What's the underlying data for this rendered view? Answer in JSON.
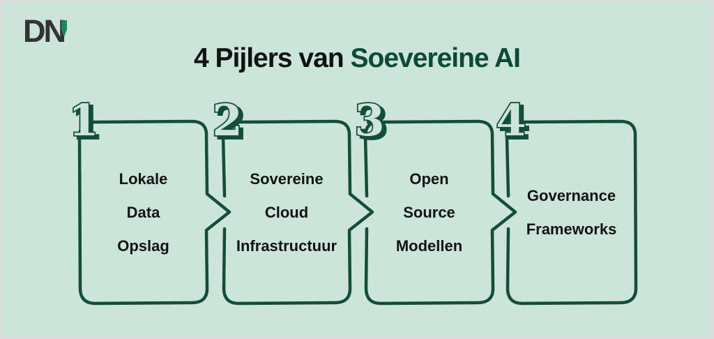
{
  "colors": {
    "bg": "#cde4da",
    "ink": "#134e3a",
    "title_green": "#0b4a38",
    "text": "#101311",
    "logo_gray": "#333333",
    "logo_green": "#1d8665",
    "frame": "#d9dcda"
  },
  "logo": {
    "text": "DN"
  },
  "title": {
    "prefix": "4 Pijlers van ",
    "highlight": "Soevereine AI"
  },
  "pillars": [
    {
      "number": "1",
      "lines": [
        "Lokale",
        "Data",
        "Opslag"
      ]
    },
    {
      "number": "2",
      "lines": [
        "Sovereine",
        "Cloud",
        "Infrastructuur"
      ]
    },
    {
      "number": "3",
      "lines": [
        "Open",
        "Source",
        "Modellen"
      ]
    },
    {
      "number": "4",
      "lines": [
        "Governance",
        "Frameworks"
      ]
    }
  ]
}
